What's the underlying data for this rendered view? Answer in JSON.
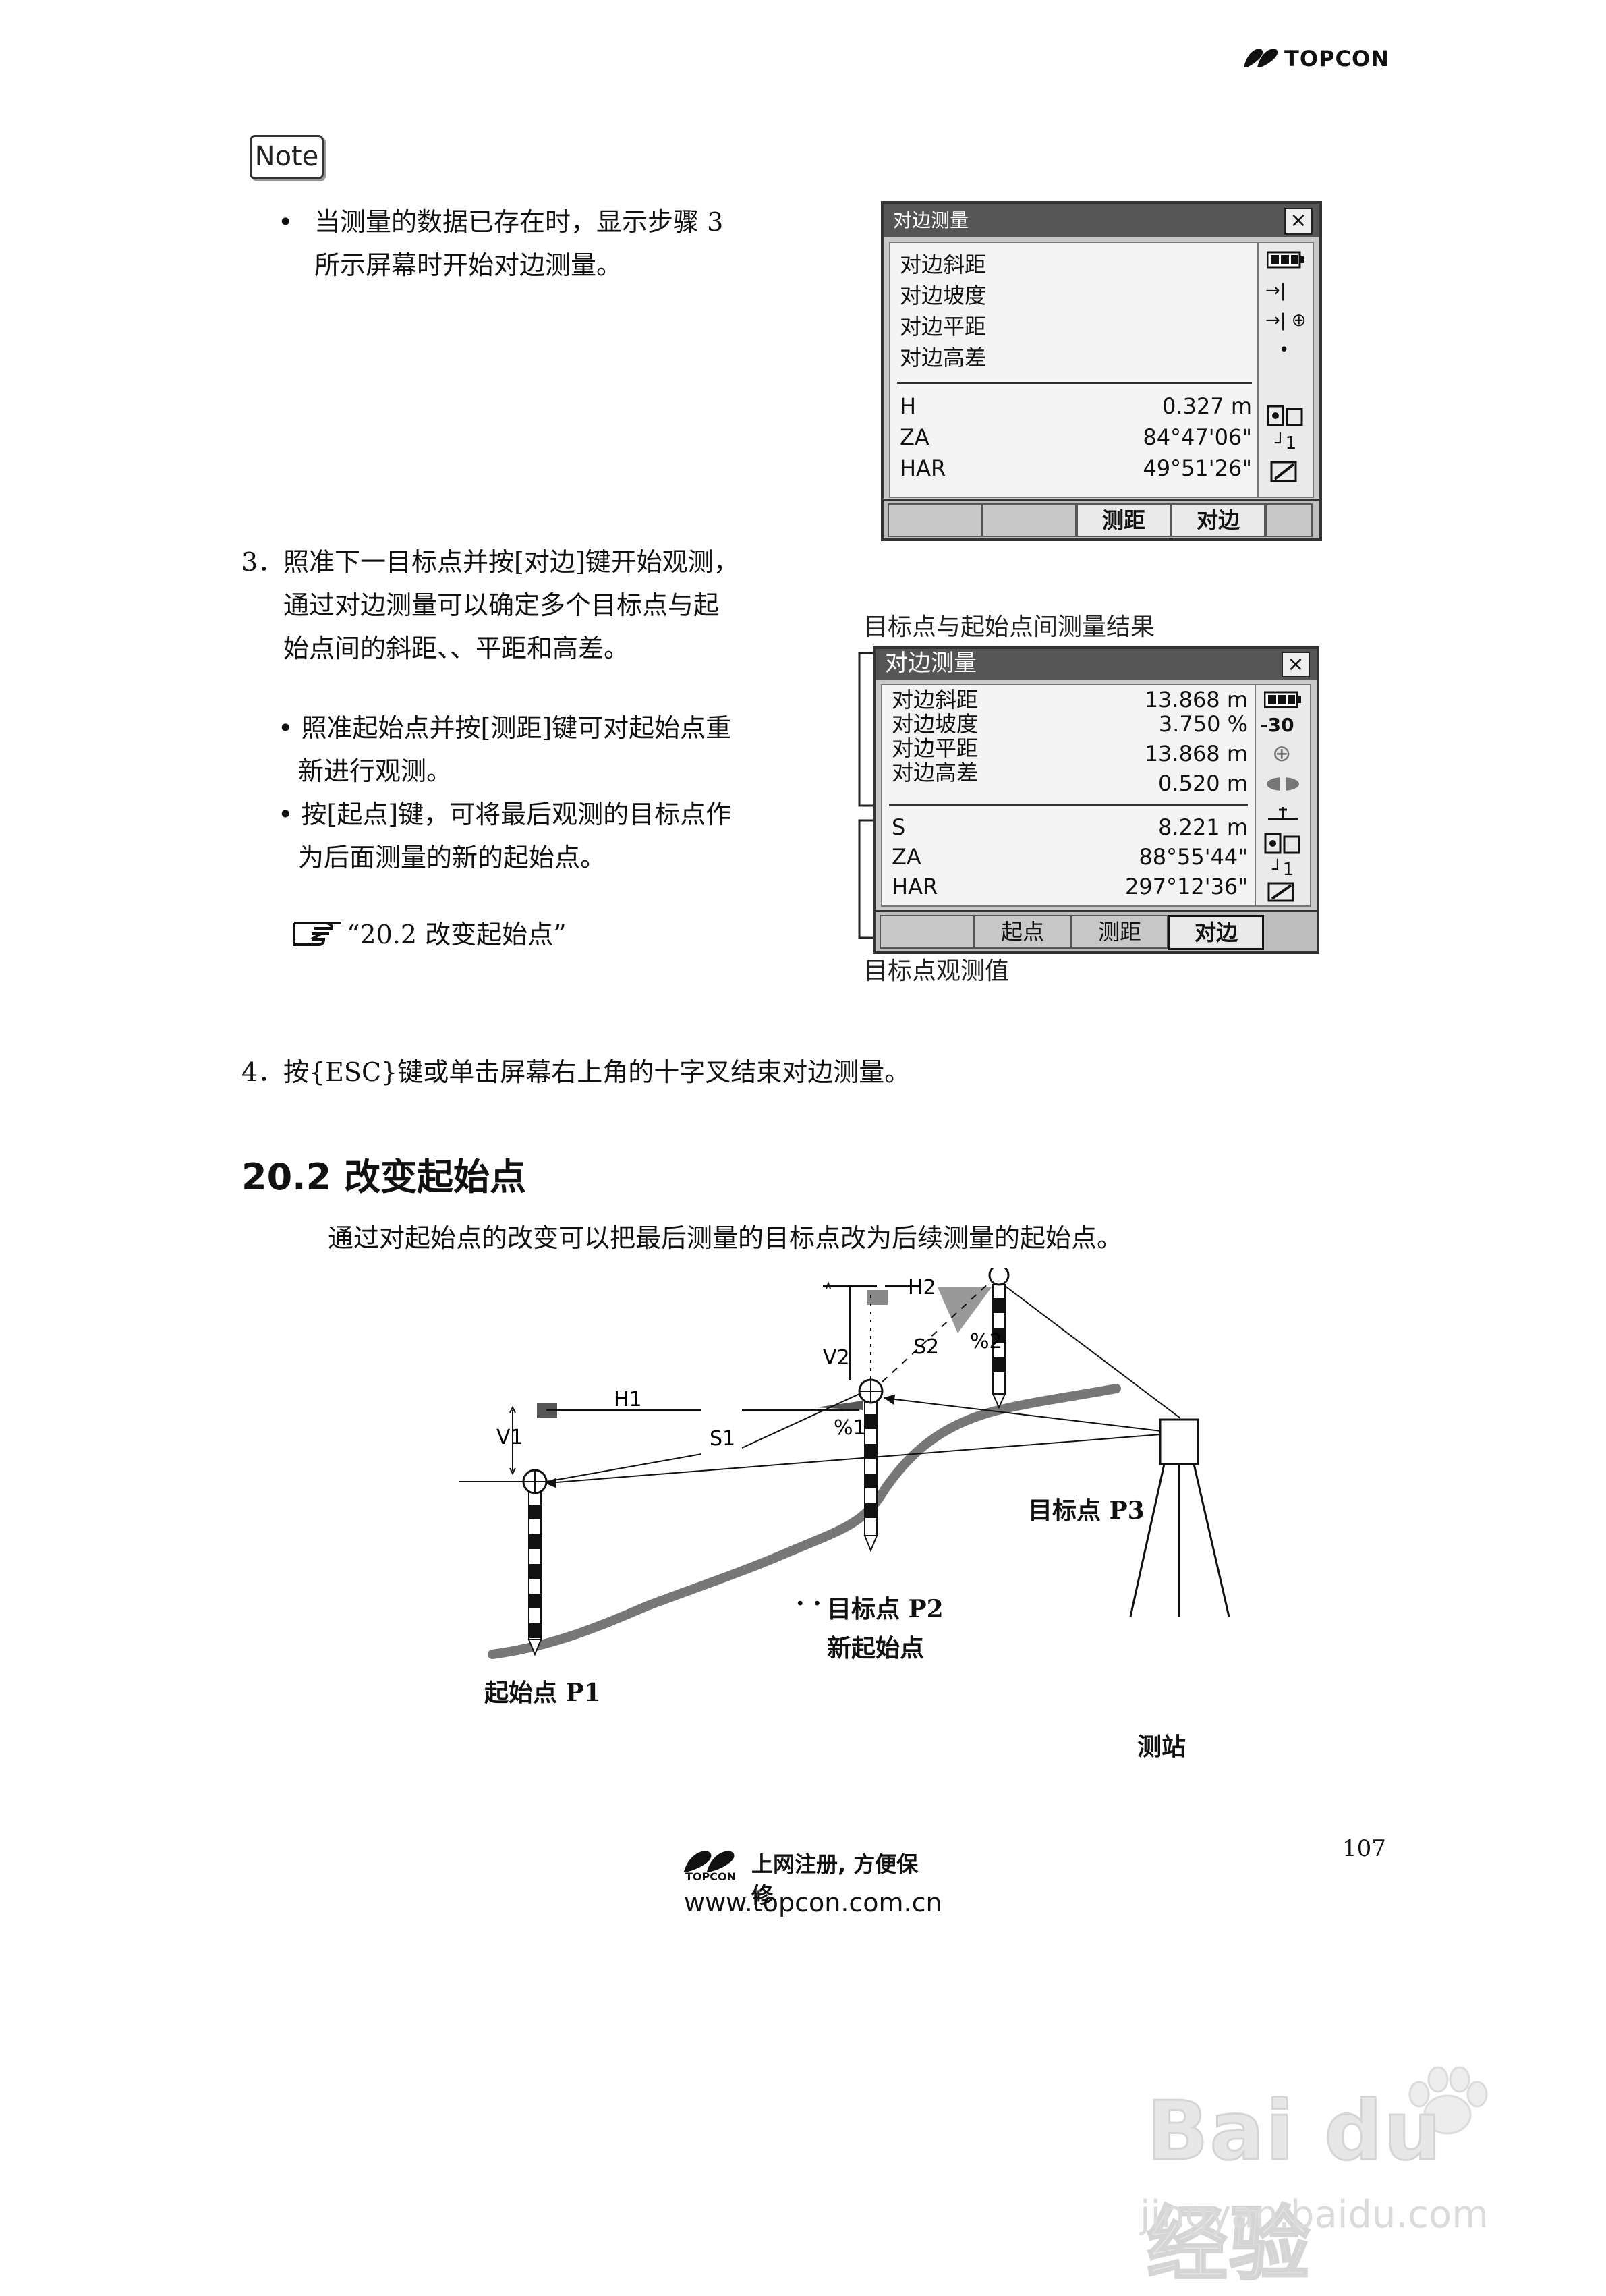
{
  "header": {
    "brand": "TOPCON"
  },
  "note": {
    "badge": "Note",
    "bullet": "•",
    "line1": "当测量的数据已存在时，显示步骤 3",
    "line2": "所示屏幕时开始对边测量。"
  },
  "screen1": {
    "title": "对边测量",
    "close": "×",
    "labels": [
      "对边斜距",
      "对边坡度",
      "对边平距",
      "对边高差"
    ],
    "rows": [
      {
        "label": "H",
        "value": "0.327 m"
      },
      {
        "label": "ZA",
        "value": "84°47'06\""
      },
      {
        "label": "HAR",
        "value": "49°51'26\""
      }
    ],
    "softkeys": [
      "",
      "",
      "测距",
      "对边",
      ""
    ],
    "side_icon_text": [
      "→|",
      "→| ⊕",
      "•",
      "┘1"
    ]
  },
  "step3": {
    "num": "3．",
    "line1": "照准下一目标点并按[对边]键开始观测，",
    "line2": "通过对边测量可以确定多个目标点与起",
    "line3": "始点间的斜距、、平距和高差。",
    "bullet1_line1": "• 照准起始点并按[测距]键可对起始点重",
    "bullet1_line2": "新进行观测。",
    "bullet2_line1": "• 按[起点]键，可将最后观测的目标点作",
    "bullet2_line2": "为后面测量的新的起始点。",
    "ref": "“20.2  改变起始点”"
  },
  "screen2": {
    "caption_top": "目标点与起始点间测量结果",
    "caption_bottom": "目标点观测值",
    "title": "对边测量",
    "close": "×",
    "results": [
      {
        "label": "对边斜距",
        "value": "13.868 m"
      },
      {
        "label": "对边坡度",
        "value": "3.750 %"
      },
      {
        "label": "对边平距",
        "value": "13.868 m"
      },
      {
        "label": "对边高差",
        "value": "0.520 m"
      }
    ],
    "rows": [
      {
        "label": "S",
        "value": "8.221 m"
      },
      {
        "label": "ZA",
        "value": "88°55'44\""
      },
      {
        "label": "HAR",
        "value": "297°12'36\""
      }
    ],
    "softkeys": [
      "",
      "起点",
      "测距",
      "对边"
    ],
    "side_icon_text": [
      "-30",
      "⊕",
      "┘1"
    ]
  },
  "step4": {
    "num": "4．",
    "text": "按{ESC}键或单击屏幕右上角的十字叉结束对边测量。"
  },
  "section": {
    "title": "20.2 改变起始点",
    "intro": "通过对起始点的改变可以把最后测量的目标点改为后续测量的起始点。"
  },
  "diagram": {
    "labels": {
      "h1": "H1",
      "v1": "V1",
      "s1": "S1",
      "pct1": "%1",
      "h2": "H2",
      "v2": "V2",
      "s2": "S2",
      "pct2": "%2"
    },
    "p1": "起始点 P1",
    "p2_line1": "目标点 P2",
    "p2_line2": "新起始点",
    "p3": "目标点 P3",
    "station": "测站",
    "mark": "↵",
    "dots": "· ·"
  },
  "footer": {
    "page_number": "107",
    "slogan": "上网注册, 方便保修",
    "brand": "TOPCON",
    "url": "www.topcon.com.cn"
  },
  "watermark": {
    "main": "Bai du 经验",
    "sub": "jingyan.baidu.com"
  }
}
